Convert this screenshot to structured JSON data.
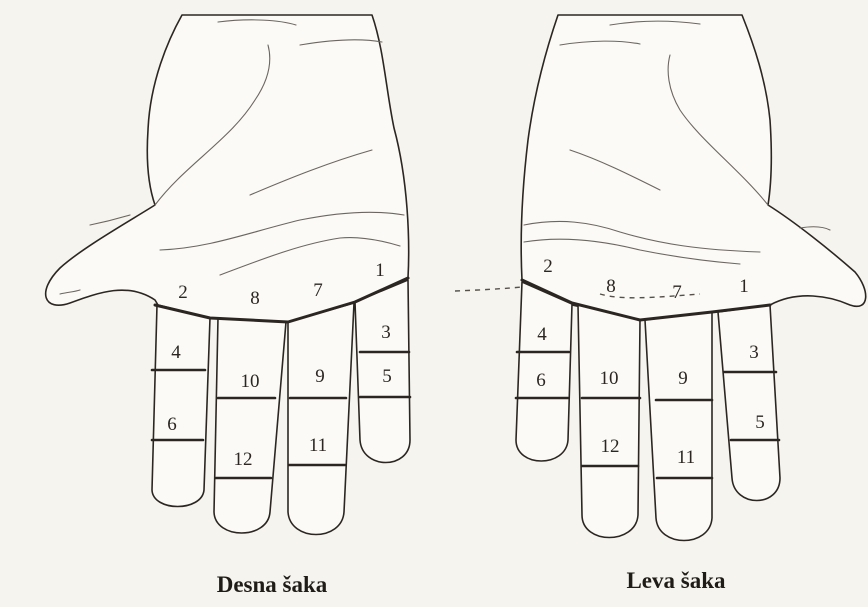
{
  "figure": {
    "right_hand": {
      "caption": "Desna šaka",
      "zones": [
        "1",
        "2",
        "3",
        "4",
        "5",
        "6",
        "7",
        "8",
        "9",
        "10",
        "11",
        "12"
      ]
    },
    "left_hand": {
      "caption": "Leva šaka",
      "zones": [
        "1",
        "2",
        "3",
        "4",
        "5",
        "6",
        "7",
        "8",
        "9",
        "10",
        "11",
        "12"
      ]
    }
  }
}
